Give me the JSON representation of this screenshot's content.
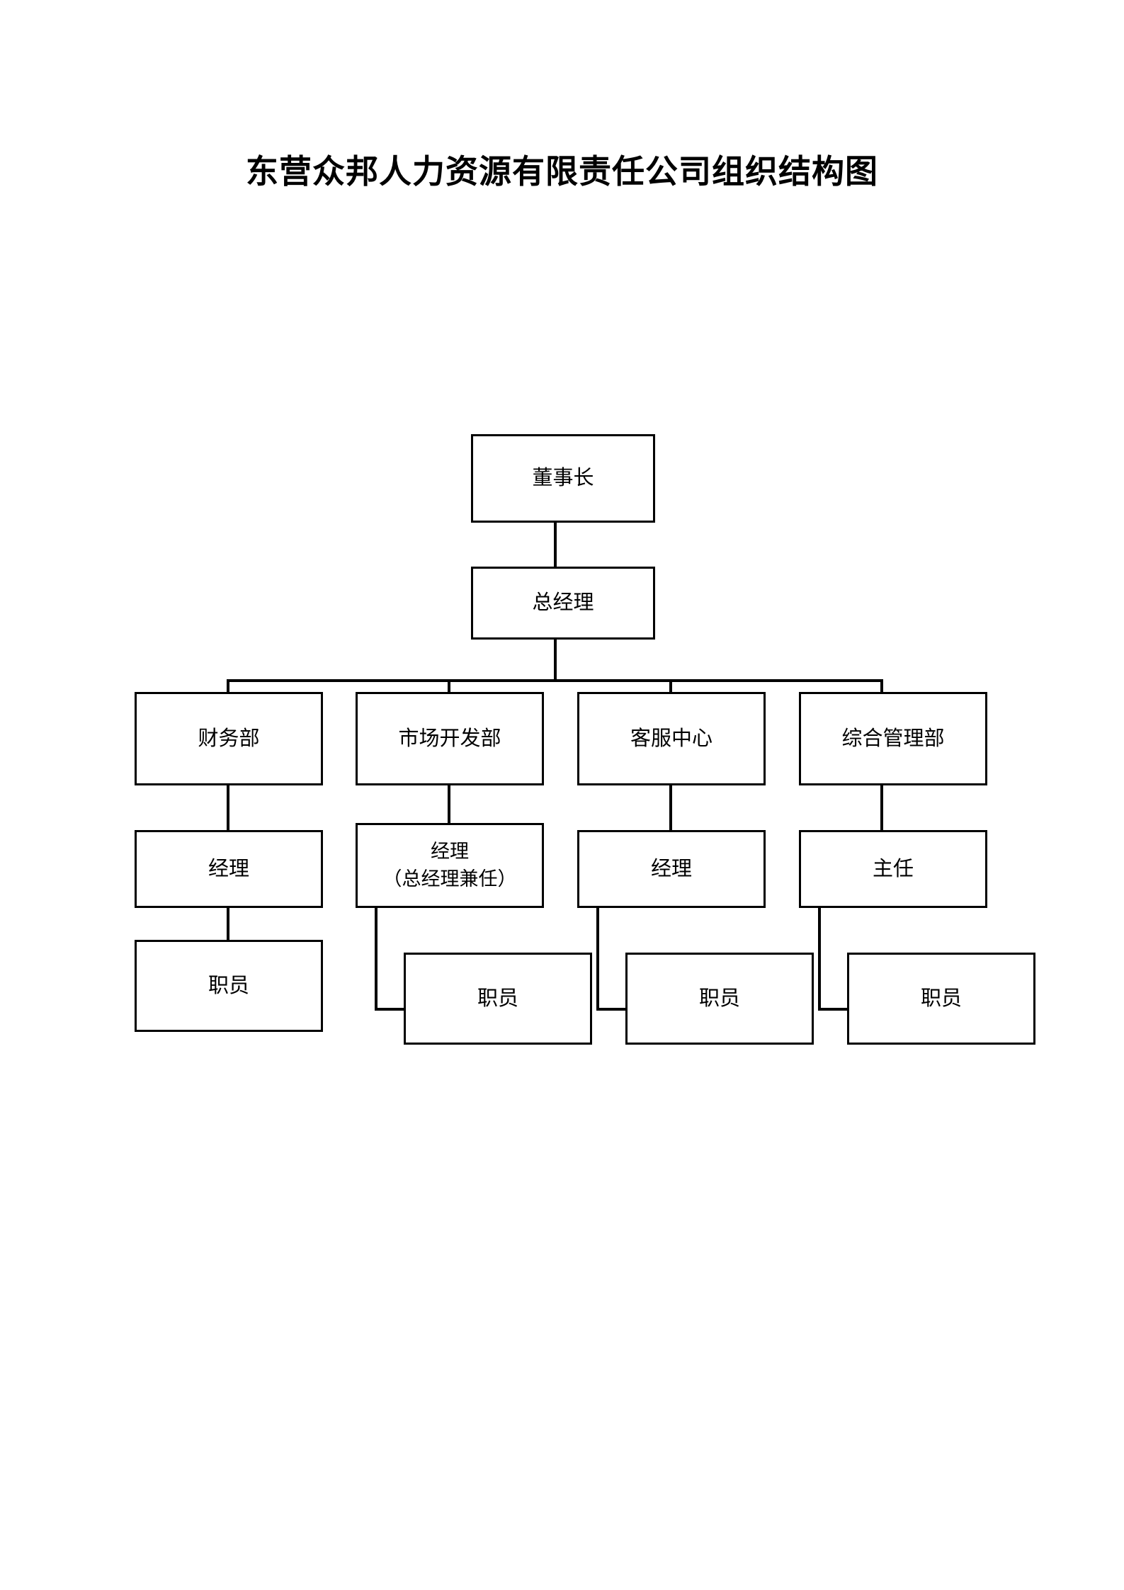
{
  "document": {
    "title": "东营众邦人力资源有限责任公司组织结构图"
  },
  "chart": {
    "type": "org-chart",
    "orientation": "top-down",
    "line_color": "#000000",
    "box_fill": "#ffffff",
    "box_border_color": "#000000",
    "levels": [
      {
        "name": "board",
        "nodes": [
          "chairman"
        ]
      },
      {
        "name": "executive",
        "nodes": [
          "general-manager"
        ]
      },
      {
        "name": "departments",
        "nodes": [
          "finance",
          "market",
          "service",
          "admin"
        ]
      },
      {
        "name": "heads",
        "nodes": [
          "finance-head",
          "market-head",
          "service-head",
          "admin-head"
        ]
      },
      {
        "name": "staff",
        "nodes": [
          "finance-staff",
          "market-staff",
          "service-staff",
          "admin-staff"
        ]
      }
    ],
    "nodes": {
      "chairman": {
        "label": "董事长"
      },
      "general_manager": {
        "label": "总经理"
      },
      "dept_finance": {
        "label": "财务部"
      },
      "dept_market": {
        "label": "市场开发部"
      },
      "dept_service": {
        "label": "客服中心"
      },
      "dept_admin": {
        "label": "综合管理部"
      },
      "head_finance": {
        "label": "经理"
      },
      "head_market": {
        "label": "经理\n（总经理兼任）"
      },
      "head_service": {
        "label": "经理"
      },
      "head_admin": {
        "label": "主任"
      },
      "staff_finance": {
        "label": "职员"
      },
      "staff_market": {
        "label": "职员"
      },
      "staff_service": {
        "label": "职员"
      },
      "staff_admin": {
        "label": "职员"
      }
    }
  }
}
